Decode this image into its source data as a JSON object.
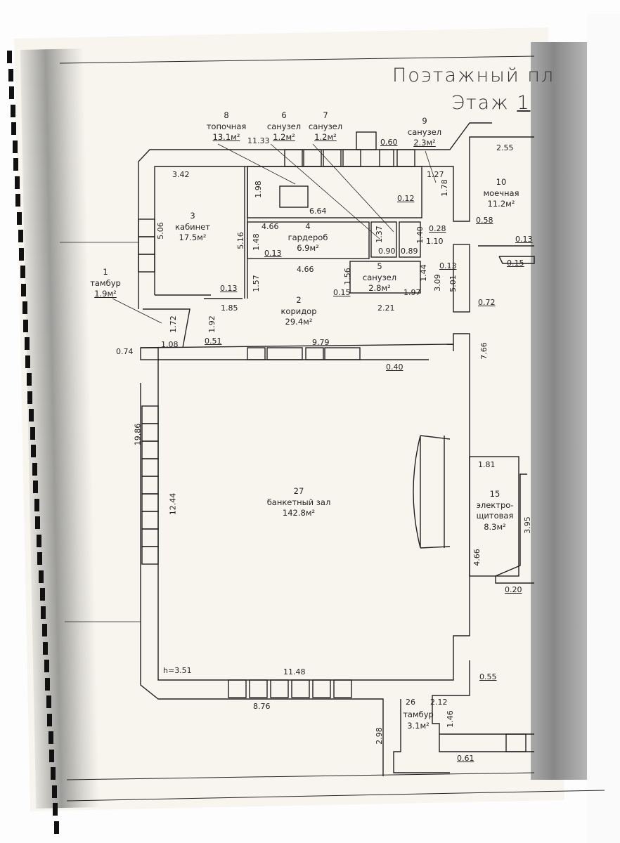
{
  "title": {
    "line1": "Поэтажный пл",
    "line2": "Этаж",
    "floor": "1"
  },
  "rooms": [
    {
      "num": "1",
      "name": "тамбур",
      "area": "1.9м²"
    },
    {
      "num": "2",
      "name": "коридор",
      "area": "29.4м²"
    },
    {
      "num": "3",
      "name": "кабинет",
      "area": "17.5м²"
    },
    {
      "num": "4",
      "name": "гардероб",
      "area": "6.9м²"
    },
    {
      "num": "5",
      "name": "санузел",
      "area": "2.8м²"
    },
    {
      "num": "6",
      "name": "санузел",
      "area": "1.2м²"
    },
    {
      "num": "7",
      "name": "санузел",
      "area": "1.2м²"
    },
    {
      "num": "8",
      "name": "топочная",
      "area": "13.1м²"
    },
    {
      "num": "9",
      "name": "санузел",
      "area": "2.3м²"
    },
    {
      "num": "10",
      "name": "моечная",
      "area": "11.2м²"
    },
    {
      "num": "15",
      "name": "электро-",
      "name2": "щитовая",
      "area": "8.3м²"
    },
    {
      "num": "26",
      "name": "тамбур",
      "area": "3.1м²"
    },
    {
      "num": "27",
      "name": "банкетный зал",
      "area": "142.8м²"
    }
  ],
  "dims": [
    "11.33",
    "0.60",
    "2.55",
    "3.42",
    "1.98",
    "6.64",
    "1.27",
    "1.78",
    "0.12",
    "0.58",
    "0.28",
    "1.10",
    "0.13",
    "5.06",
    "5.16",
    "4.66",
    "1.48",
    "0.13",
    "1.37",
    "1.40",
    "0.90",
    "0.89",
    "4.66",
    "1.56",
    "1.44",
    "3.09",
    "5.01",
    "0.15",
    "1.97",
    "2.21",
    "1.57",
    "1.85",
    "0.13",
    "1.72",
    "1.92",
    "1.08",
    "0.51",
    "9.79",
    "0.74",
    "0.40",
    "0.72",
    "7.66",
    "19.86",
    "12.44",
    "1.81",
    "4.66",
    "3.95",
    "0.20",
    "h=3.51",
    "11.48",
    "0.55",
    "8.76",
    "2.12",
    "1.46",
    "2.98",
    "0.61",
    "0.15",
    "0.13"
  ]
}
